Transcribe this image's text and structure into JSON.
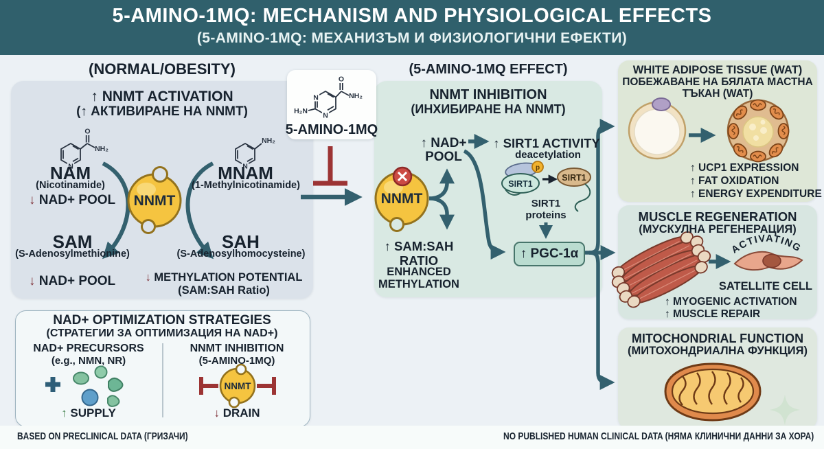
{
  "header": {
    "title": "5-AMINO-1MQ: MECHANISM AND PHYSIOLOGICAL EFFECTS",
    "subtitle": "(5-AMINO-1MQ: МЕХАНИЗЪМ И ФИЗИОЛОГИЧНИ ЕФЕКТИ)"
  },
  "left_panel": {
    "heading": "(NORMAL/OBESITY)",
    "activation_line1": "↑ NNMT ACTIVATION",
    "activation_line2": "(↑ АКТИВИРАНЕ НА NNMT)",
    "nam": "NAM",
    "nam_sub": "(Nicotinamide)",
    "mnam": "MNAM",
    "mnam_sub": "(1-Methylnicotinamide)",
    "nnmt": "NNMT",
    "nad_pool_top": {
      "arrow": "↓",
      "text": "NAD+ POOL"
    },
    "sam": "SAM",
    "sam_sub": "(S-Adenosylmethionine)",
    "sah": "SAH",
    "sah_sub": "(S-Adenosylhomocysteine)",
    "nad_pool_bottom": {
      "arrow": "↓",
      "text": "NAD+ POOL"
    },
    "methylation": {
      "arrow": "↓",
      "text": "METHYLATION POTENTIAL"
    },
    "methylation_sub": "(SAM:SAH Ratio)"
  },
  "compound_card": {
    "label": "5-AMINO-1MQ"
  },
  "chem": {
    "o": "O",
    "nh2": "NH₂",
    "h2n": "H₂N",
    "n": "N"
  },
  "middle_panel": {
    "heading": "(5-AMINO-1MQ EFFECT)",
    "title1": "NNMT INHIBITION",
    "title2": "(ИНХИБИРАНЕ НА NNMT)",
    "nnmt": "NNMT",
    "nad_pool_line1": "↑ NAD+",
    "nad_pool_line2": "POOL",
    "sirt1_activity": "↑ SIRT1 ACTIVITY",
    "deacetylation": "deacetylation",
    "sirt1_left": "SIRT1",
    "p_label": "p",
    "sirt1_right": "SIRT1",
    "sirt1_proteins_line1": "SIRT1",
    "sirt1_proteins_line2": "proteins",
    "pgc": "↑ PGC-1α",
    "sam_sah": "↑ SAM:SAH RATIO",
    "enhanced_line1": "ENHANCED",
    "enhanced_line2": "METHYLATION"
  },
  "wat_panel": {
    "title_en": "WHITE ADIPOSE TISSUE (WAT)",
    "title_bg1": "ПОБЕЖАВАНЕ НА БЯЛАТА МАСТНА",
    "title_bg2": "ТЪКАН (WAT)",
    "bullets": [
      "↑ UCP1 EXPRESSION",
      "↑ FAT OXIDATION",
      "↑ ENERGY EXPENDITURE"
    ]
  },
  "muscle_panel": {
    "title_en": "MUSCLE REGENERATION",
    "title_bg": "(МУСКУЛНА РЕГЕНЕРАЦИЯ)",
    "activating": "ACTIVATING",
    "satellite": "SATELLITE CELL",
    "bullets": [
      "↑ MYOGENIC ACTIVATION",
      "↑ MUSCLE REPAIR"
    ]
  },
  "mito_panel": {
    "title_en": "MITOCHONDRIAL FUNCTION",
    "title_bg": "(МИТОХОНДРИАЛНА ФУНКЦИЯ)"
  },
  "strategies": {
    "title1": "NAD+ OPTIMIZATION STRATEGIES",
    "title2": "(СТРАТЕГИИ ЗА ОПТИМИЗАЦИЯ НА NAD+)",
    "left_line1": "NAD+ PRECURSORS",
    "left_line2": "(e.g., NMN, NR)",
    "supply": {
      "arrow": "↑",
      "text": "SUPPLY"
    },
    "right_line1": "NNMT INHIBITION",
    "right_line2": "(5-AMINO-1MQ)",
    "nnmt": "NNMT",
    "drain": {
      "arrow": "↓",
      "text": "DRAIN"
    }
  },
  "footer": {
    "left": "BASED ON PRECLINICAL DATA (ГРИЗАЧИ)",
    "right": "NO PUBLISHED HUMAN CLINICAL DATA (НЯМА КЛИНИЧНИ ДАННИ ЗА ХОРА)"
  },
  "colors": {
    "header_bg": "#30606c",
    "arrow_teal": "#33606e",
    "inhibit_red": "#9c3434",
    "down_red": "#7e2f36",
    "enzyme_yellow": "#f5c440",
    "supply_green": "#3f7f4a",
    "pgc_box": "#badcd0"
  }
}
